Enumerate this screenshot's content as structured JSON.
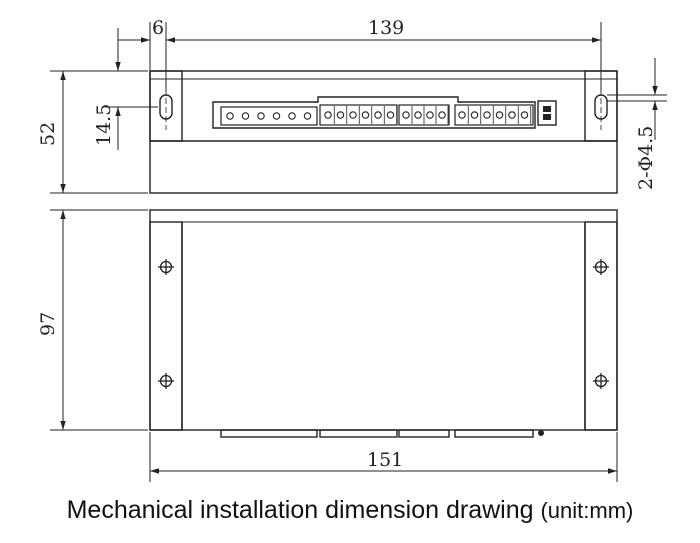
{
  "dimensions": {
    "top_offset": "6",
    "top_width": "139",
    "side_height": "52",
    "slot_offset": "14.5",
    "hole_spec": "2-Φ4.5",
    "front_height": "97",
    "overall_width": "151"
  },
  "caption": {
    "title": "Mechanical installation dimension drawing",
    "unit": "(unit:mm)"
  }
}
